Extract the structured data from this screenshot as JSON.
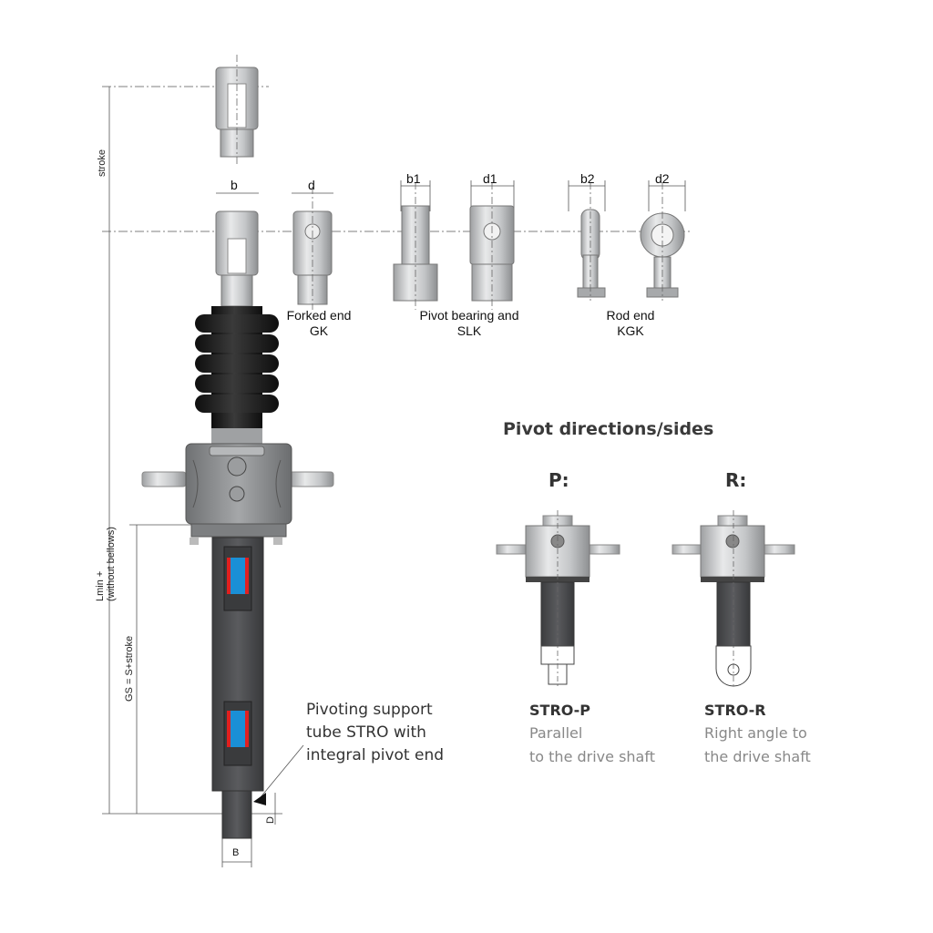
{
  "dimensions": {
    "b": "b",
    "d": "d",
    "b1": "b1",
    "d1": "d1",
    "b2": "b2",
    "d2": "d2",
    "stroke": "stroke",
    "lmin_line1": "Lmin +",
    "lmin_line2": "(without bellows)",
    "gs": "GS = S+stroke",
    "D": "D",
    "B": "B"
  },
  "ends": {
    "forked": {
      "line1": "Forked end",
      "line2": "GK"
    },
    "pivot": {
      "line1": "Pivot bearing and",
      "line2": "SLK"
    },
    "rod": {
      "line1": "Rod end",
      "line2": "KGK"
    }
  },
  "callout": {
    "line1": "Pivoting support",
    "line2": "tube STRO with",
    "line3": "integral pivot end"
  },
  "pivot_section": {
    "heading": "Pivot directions/sides",
    "p_label": "P:",
    "r_label": "R:",
    "stro_p": {
      "title": "STRO-P",
      "desc1": "Parallel",
      "desc2": "to the drive shaft"
    },
    "stro_r": {
      "title": "STRO-R",
      "desc1": "Right angle to",
      "desc2": "the drive shaft"
    }
  },
  "colors": {
    "metal_light": "#d9dadb",
    "metal_mid": "#a9abad",
    "housing": "#8c8e90",
    "tube": "#4a4b4d",
    "bellows": "#1c1c1c",
    "accent_blue": "#1a8fd6",
    "accent_red": "#e02020"
  }
}
